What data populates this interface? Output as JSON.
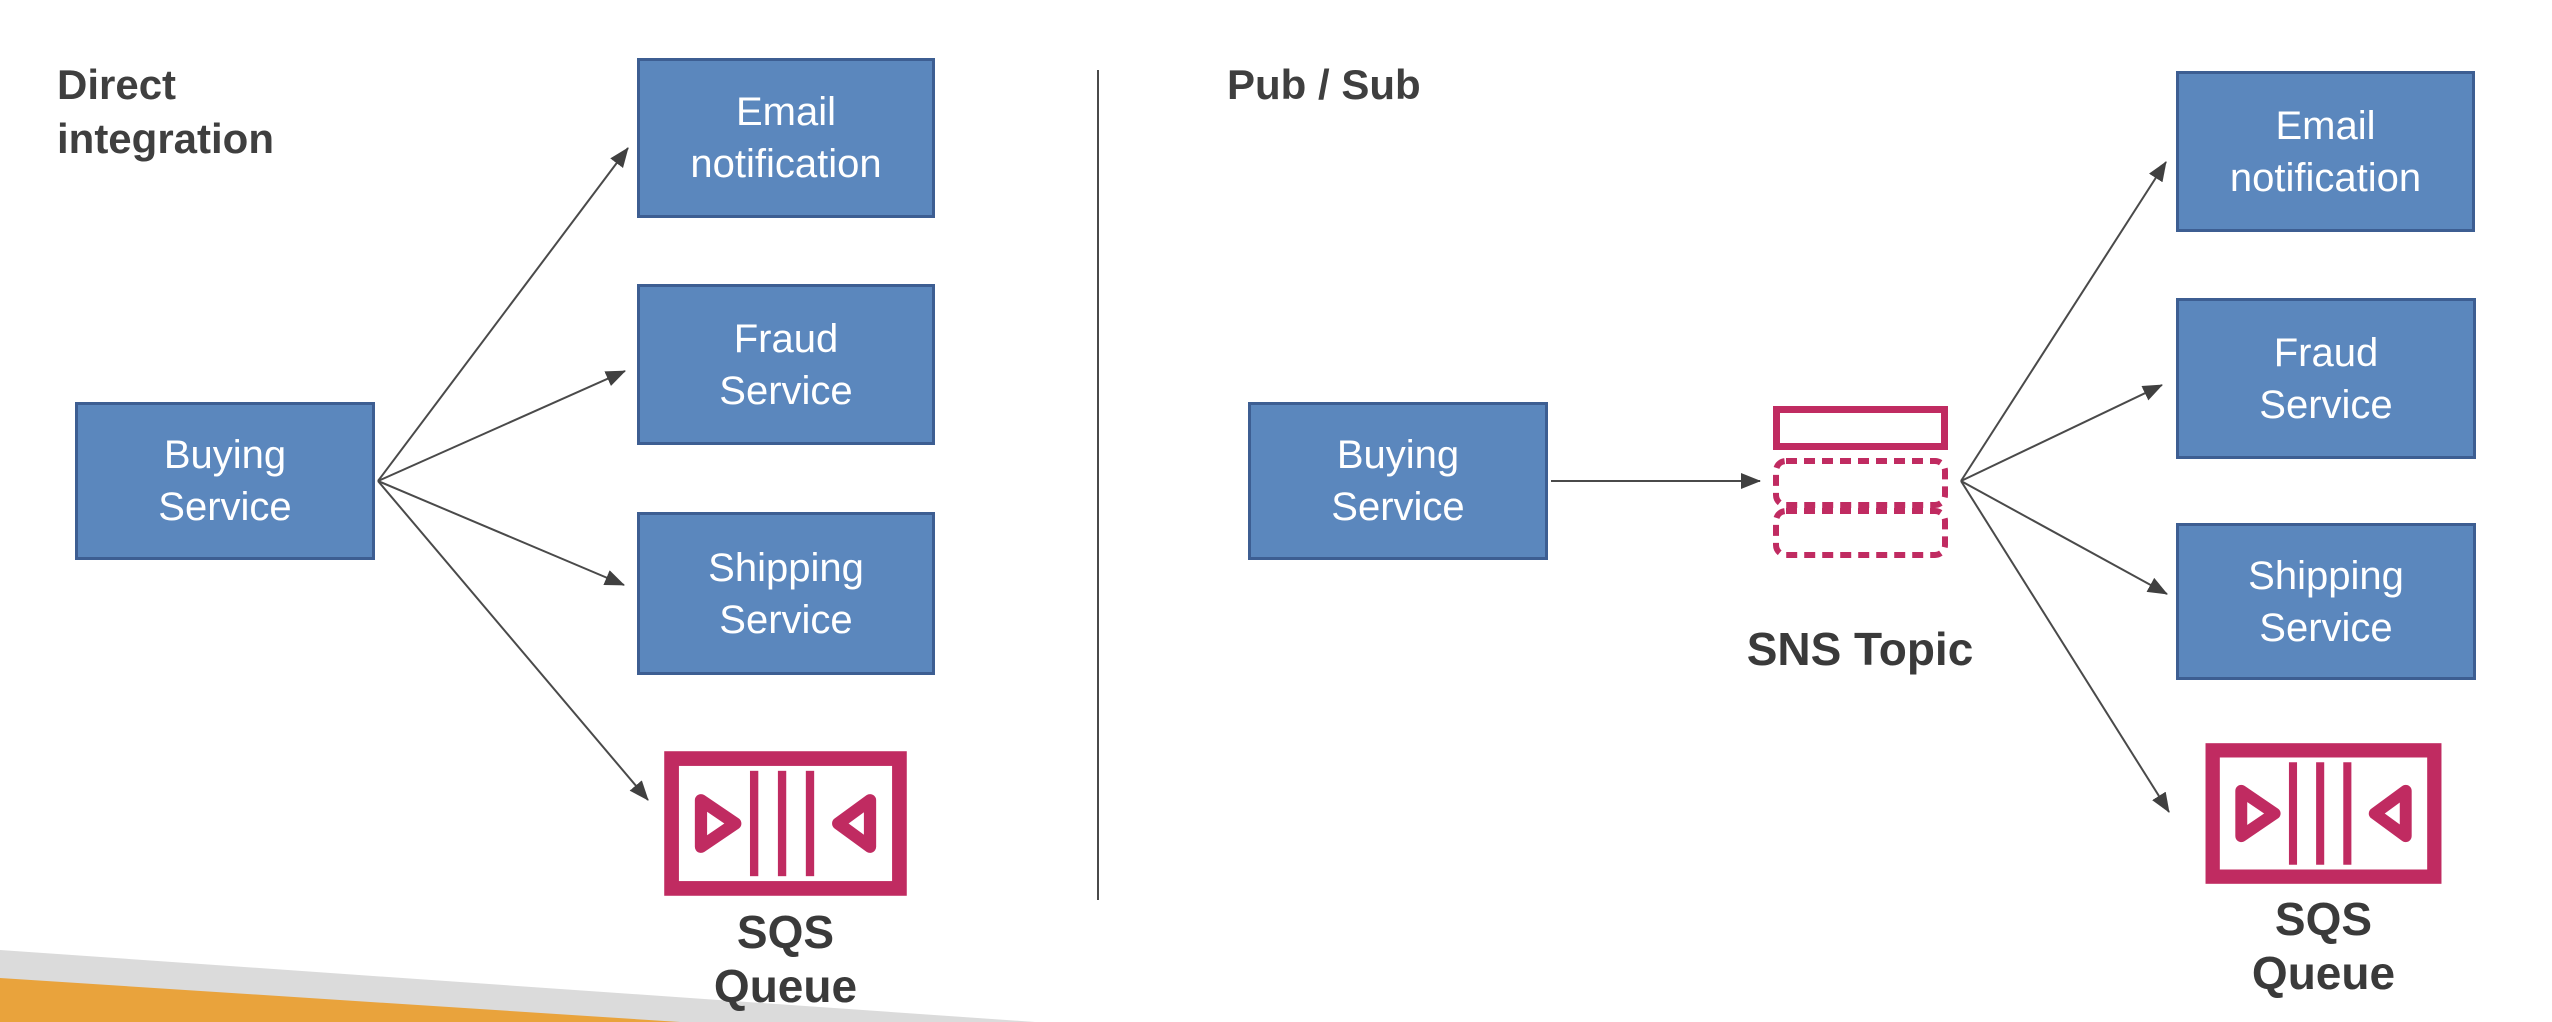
{
  "slide": {
    "left": {
      "title": "Direct\nintegration",
      "source_box": "Buying\nService",
      "targets": [
        "Email\nnotification",
        "Fraud\nService",
        "Shipping\nService"
      ],
      "queue_label": "SQS Queue"
    },
    "right": {
      "title": "Pub / Sub",
      "source_box": "Buying\nService",
      "topic_label": "SNS Topic",
      "targets": [
        "Email\nnotification",
        "Fraud\nService",
        "Shipping\nService"
      ],
      "queue_label": "SQS Queue"
    },
    "colors": {
      "service_box_fill": "#5b87bd",
      "service_box_border": "#3d5e92",
      "aws_icon_crimson": "#c02b61",
      "title_text": "#3f3f3f",
      "arrow_line": "#4a4a4a",
      "accent_stripe_orange": "#e9a33c",
      "accent_stripe_gray": "#dbdbdb"
    }
  }
}
